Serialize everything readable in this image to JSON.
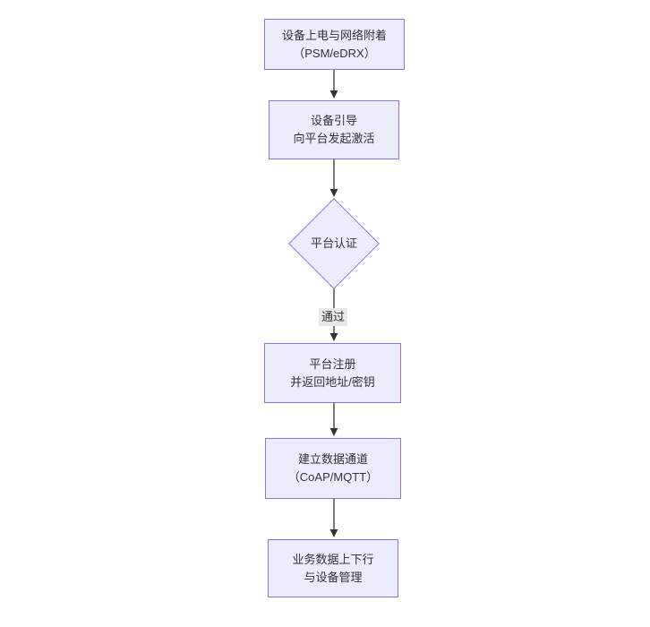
{
  "diagram": {
    "type": "flowchart",
    "direction": "top-down",
    "colors": {
      "background": "#ffffff",
      "node_fill": "#ECECFF",
      "node_border": "#9370DB",
      "text": "#333333",
      "arrow": "#333333",
      "edge_label_bg": "#e8e8e8"
    },
    "nodes": [
      {
        "id": "power-attach",
        "shape": "rect",
        "line1": "设备上电与网络附着",
        "line2": "（PSM/eDRX）"
      },
      {
        "id": "bootstrap",
        "shape": "rect",
        "line1": "设备引导",
        "line2": "向平台发起激活"
      },
      {
        "id": "platform-auth",
        "shape": "diamond",
        "line1": "平台认证",
        "line2": ""
      },
      {
        "id": "platform-register",
        "shape": "rect",
        "line1": "平台注册",
        "line2": "并返回地址/密钥"
      },
      {
        "id": "data-channel",
        "shape": "rect",
        "line1": "建立数据通道",
        "line2": "（CoAP/MQTT）"
      },
      {
        "id": "business-data",
        "shape": "rect",
        "line1": "业务数据上下行",
        "line2": "与设备管理"
      }
    ],
    "edges": [
      {
        "from": "power-attach",
        "to": "bootstrap",
        "label": ""
      },
      {
        "from": "bootstrap",
        "to": "platform-auth",
        "label": ""
      },
      {
        "from": "platform-auth",
        "to": "platform-register",
        "label": "通过"
      },
      {
        "from": "platform-register",
        "to": "data-channel",
        "label": ""
      },
      {
        "from": "data-channel",
        "to": "business-data",
        "label": ""
      }
    ],
    "edge_label_pass": "通过"
  }
}
